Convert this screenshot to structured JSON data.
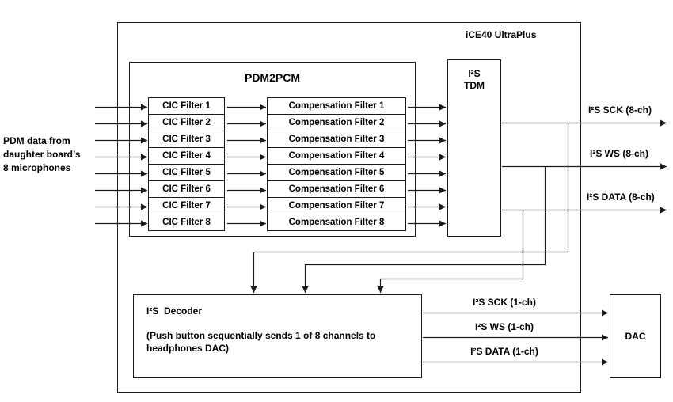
{
  "diagram": {
    "chip_label": "iCE40 UltraPlus",
    "left_label": "PDM data from\ndaughter board’s\n8 microphones",
    "pdm2pcm": {
      "title": "PDM2PCM",
      "cic_filters": [
        "CIC Filter 1",
        "CIC Filter 2",
        "CIC Filter 3",
        "CIC Filter 4",
        "CIC Filter 5",
        "CIC Filter 6",
        "CIC Filter 7",
        "CIC Filter 8"
      ],
      "compensation_filters": [
        "Compensation Filter 1",
        "Compensation Filter 2",
        "Compensation Filter 3",
        "Compensation Filter 4",
        "Compensation Filter 5",
        "Compensation Filter 6",
        "Compensation Filter 7",
        "Compensation Filter 8"
      ]
    },
    "i2s_tdm": {
      "line1": "I²S",
      "line2": "TDM"
    },
    "outputs_8ch": {
      "sck": "I²S SCK (8-ch)",
      "ws": "I²S WS (8-ch)",
      "data": "I²S DATA (8-ch)"
    },
    "decoder": {
      "title": "I²S  Decoder",
      "note": "(Push button sequentially sends 1 of 8 channels to\nheadphones DAC)"
    },
    "outputs_1ch": {
      "sck": "I²S SCK (1-ch)",
      "ws": "I²S WS (1-ch)",
      "data": "I²S DATA (1-ch)"
    },
    "dac_label": "DAC"
  }
}
